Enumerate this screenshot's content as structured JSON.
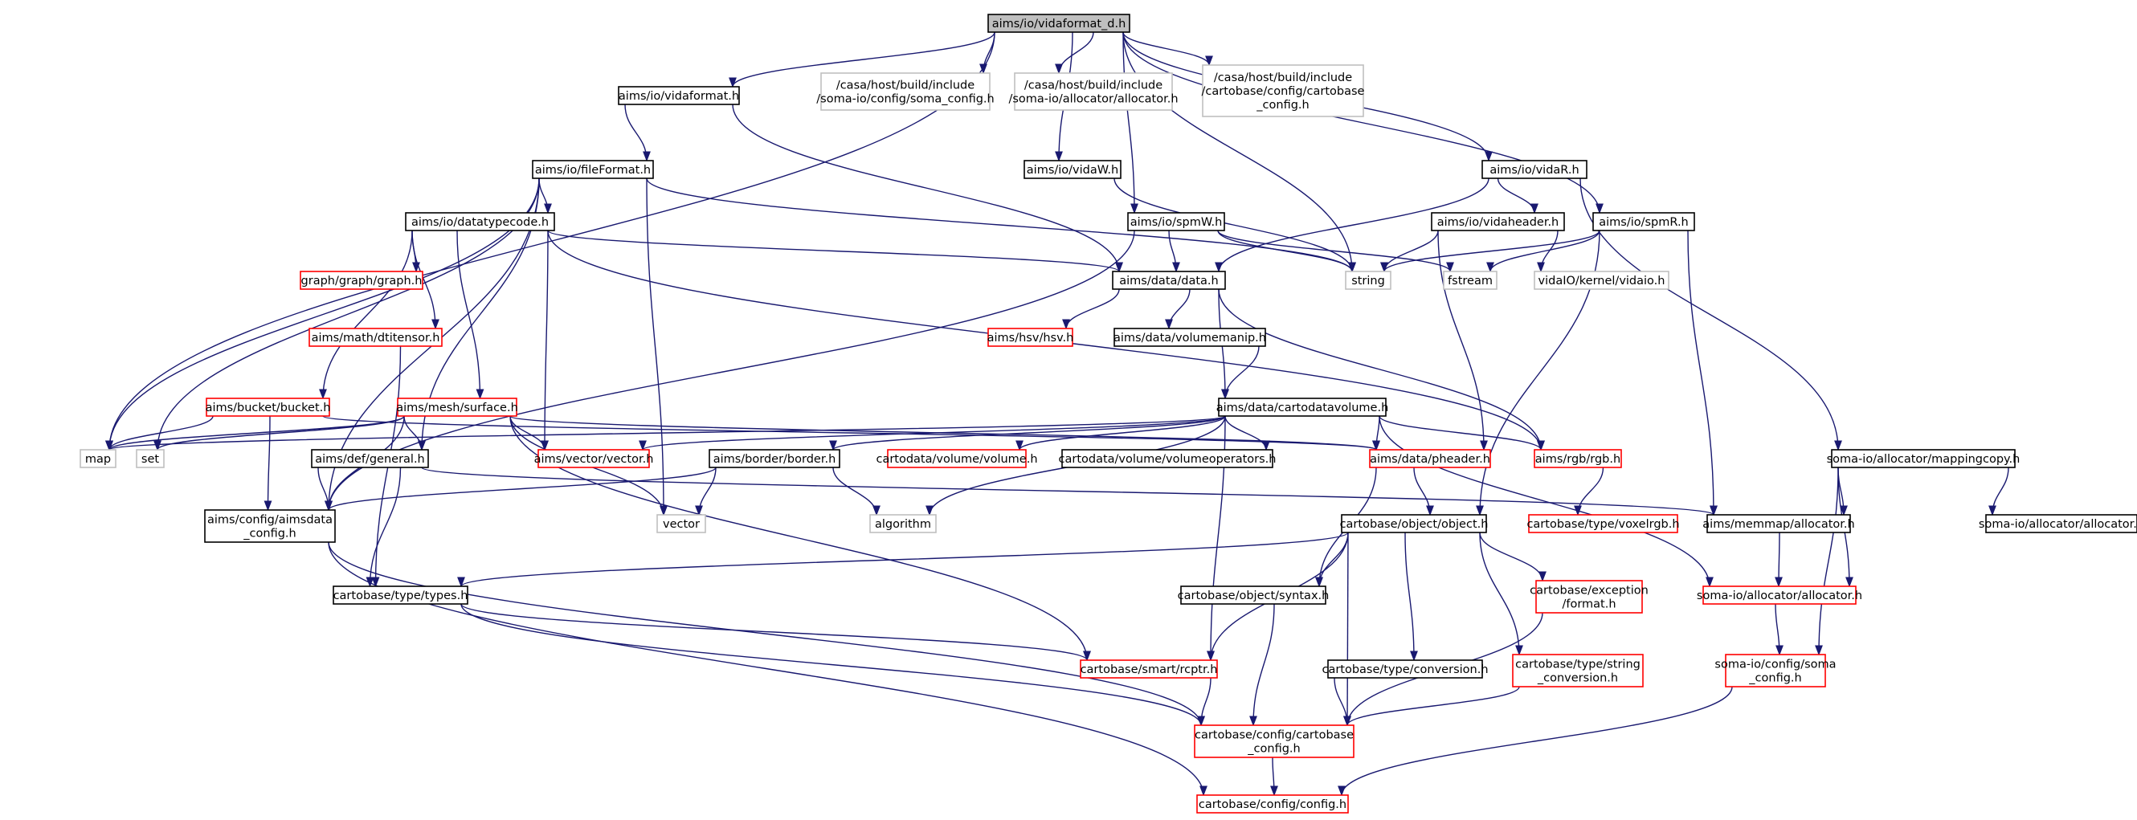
{
  "graph": {
    "nodes": [
      {
        "id": "root",
        "lines": [
          "aims/io/vidaformat_d.h"
        ],
        "style": "root"
      },
      {
        "id": "vidaformat",
        "lines": [
          "aims/io/vidaformat.h"
        ],
        "style": "normal"
      },
      {
        "id": "soma_config_path",
        "lines": [
          "/casa/host/build/include",
          "/soma-io/config/soma_config.h"
        ],
        "style": "gray"
      },
      {
        "id": "allocator_path",
        "lines": [
          "/casa/host/build/include",
          "/soma-io/allocator/allocator.h"
        ],
        "style": "gray"
      },
      {
        "id": "cartobase_config_path",
        "lines": [
          "/casa/host/build/include",
          "/cartobase/config/cartobase",
          "_config.h"
        ],
        "style": "gray"
      },
      {
        "id": "fileFormat",
        "lines": [
          "aims/io/fileFormat.h"
        ],
        "style": "normal"
      },
      {
        "id": "vidaW",
        "lines": [
          "aims/io/vidaW.h"
        ],
        "style": "normal"
      },
      {
        "id": "vidaR",
        "lines": [
          "aims/io/vidaR.h"
        ],
        "style": "normal"
      },
      {
        "id": "datatypecode",
        "lines": [
          "aims/io/datatypecode.h"
        ],
        "style": "normal"
      },
      {
        "id": "spmW",
        "lines": [
          "aims/io/spmW.h"
        ],
        "style": "normal"
      },
      {
        "id": "vidaheader",
        "lines": [
          "aims/io/vidaheader.h"
        ],
        "style": "normal"
      },
      {
        "id": "spmR",
        "lines": [
          "aims/io/spmR.h"
        ],
        "style": "normal"
      },
      {
        "id": "graph_h",
        "lines": [
          "graph/graph/graph.h"
        ],
        "style": "red"
      },
      {
        "id": "string",
        "lines": [
          "string"
        ],
        "style": "gray"
      },
      {
        "id": "fstream",
        "lines": [
          "fstream"
        ],
        "style": "gray"
      },
      {
        "id": "vidaio",
        "lines": [
          "vidaIO/kernel/vidaio.h"
        ],
        "style": "gray"
      },
      {
        "id": "data",
        "lines": [
          "aims/data/data.h"
        ],
        "style": "normal"
      },
      {
        "id": "dtitensor",
        "lines": [
          "aims/math/dtitensor.h"
        ],
        "style": "red"
      },
      {
        "id": "hsv",
        "lines": [
          "aims/hsv/hsv.h"
        ],
        "style": "red"
      },
      {
        "id": "volumemanip",
        "lines": [
          "aims/data/volumemanip.h"
        ],
        "style": "normal"
      },
      {
        "id": "bucket",
        "lines": [
          "aims/bucket/bucket.h"
        ],
        "style": "red"
      },
      {
        "id": "surface",
        "lines": [
          "aims/mesh/surface.h"
        ],
        "style": "red"
      },
      {
        "id": "cartodatavolume",
        "lines": [
          "aims/data/cartodatavolume.h"
        ],
        "style": "normal"
      },
      {
        "id": "mappingcopy",
        "lines": [
          "soma-io/allocator/mappingcopy.h"
        ],
        "style": "normal"
      },
      {
        "id": "map",
        "lines": [
          "map"
        ],
        "style": "gray"
      },
      {
        "id": "set",
        "lines": [
          "set"
        ],
        "style": "gray"
      },
      {
        "id": "vector_h",
        "lines": [
          "aims/vector/vector.h"
        ],
        "style": "red"
      },
      {
        "id": "volume_h",
        "lines": [
          "cartodata/volume/volume.h"
        ],
        "style": "red"
      },
      {
        "id": "volumeoperators",
        "lines": [
          "cartodata/volume/volumeoperators.h"
        ],
        "style": "normal"
      },
      {
        "id": "pheader",
        "lines": [
          "aims/data/pheader.h"
        ],
        "style": "red"
      },
      {
        "id": "rgb",
        "lines": [
          "aims/rgb/rgb.h"
        ],
        "style": "red"
      },
      {
        "id": "general",
        "lines": [
          "aims/def/general.h"
        ],
        "style": "normal"
      },
      {
        "id": "border",
        "lines": [
          "aims/border/border.h"
        ],
        "style": "normal"
      },
      {
        "id": "soma_allocator_plain",
        "lines": [
          "soma-io/allocator/allocator.h"
        ],
        "style": "normal"
      },
      {
        "id": "aimsdata_config",
        "lines": [
          "aims/config/aimsdata",
          "_config.h"
        ],
        "style": "normal"
      },
      {
        "id": "vector",
        "lines": [
          "vector"
        ],
        "style": "gray"
      },
      {
        "id": "algorithm",
        "lines": [
          "algorithm"
        ],
        "style": "gray"
      },
      {
        "id": "object",
        "lines": [
          "cartobase/object/object.h"
        ],
        "style": "normal"
      },
      {
        "id": "voxelrgb",
        "lines": [
          "cartobase/type/voxelrgb.h"
        ],
        "style": "red"
      },
      {
        "id": "memmap_allocator",
        "lines": [
          "aims/memmap/allocator.h"
        ],
        "style": "normal"
      },
      {
        "id": "types",
        "lines": [
          "cartobase/type/types.h"
        ],
        "style": "normal"
      },
      {
        "id": "syntax",
        "lines": [
          "cartobase/object/syntax.h"
        ],
        "style": "normal"
      },
      {
        "id": "exception_format",
        "lines": [
          "cartobase/exception",
          "/format.h"
        ],
        "style": "red"
      },
      {
        "id": "soma_allocator",
        "lines": [
          "soma-io/allocator/allocator.h"
        ],
        "style": "red"
      },
      {
        "id": "rcptr",
        "lines": [
          "cartobase/smart/rcptr.h"
        ],
        "style": "red"
      },
      {
        "id": "conversion",
        "lines": [
          "cartobase/type/conversion.h"
        ],
        "style": "normal"
      },
      {
        "id": "string_conversion",
        "lines": [
          "cartobase/type/string",
          "_conversion.h"
        ],
        "style": "red"
      },
      {
        "id": "soma_config",
        "lines": [
          "soma-io/config/soma",
          "_config.h"
        ],
        "style": "red"
      },
      {
        "id": "cartobase_config",
        "lines": [
          "cartobase/config/cartobase",
          "_config.h"
        ],
        "style": "red"
      },
      {
        "id": "config",
        "lines": [
          "cartobase/config/config.h"
        ],
        "style": "red"
      }
    ],
    "edges": [
      [
        "root",
        "vidaformat"
      ],
      [
        "root",
        "soma_config_path"
      ],
      [
        "root",
        "allocator_path"
      ],
      [
        "root",
        "cartobase_config_path"
      ],
      [
        "root",
        "vidaW"
      ],
      [
        "root",
        "vidaR"
      ],
      [
        "root",
        "spmW"
      ],
      [
        "root",
        "spmR"
      ],
      [
        "root",
        "string"
      ],
      [
        "root",
        "map"
      ],
      [
        "vidaformat",
        "fileFormat"
      ],
      [
        "vidaformat",
        "data"
      ],
      [
        "fileFormat",
        "datatypecode"
      ],
      [
        "fileFormat",
        "general"
      ],
      [
        "fileFormat",
        "map"
      ],
      [
        "fileFormat",
        "set"
      ],
      [
        "fileFormat",
        "vector"
      ],
      [
        "fileFormat",
        "string"
      ],
      [
        "fileFormat",
        "aimsdata_config"
      ],
      [
        "datatypecode",
        "graph_h"
      ],
      [
        "datatypecode",
        "dtitensor"
      ],
      [
        "datatypecode",
        "bucket"
      ],
      [
        "datatypecode",
        "surface"
      ],
      [
        "datatypecode",
        "vector_h"
      ],
      [
        "datatypecode",
        "data"
      ],
      [
        "datatypecode",
        "rgb"
      ],
      [
        "vidaW",
        "string"
      ],
      [
        "spmW",
        "data"
      ],
      [
        "spmW",
        "string"
      ],
      [
        "spmW",
        "fstream"
      ],
      [
        "spmW",
        "aimsdata_config"
      ],
      [
        "vidaR",
        "vidaheader"
      ],
      [
        "vidaR",
        "data"
      ],
      [
        "vidaR",
        "mappingcopy"
      ],
      [
        "vidaheader",
        "string"
      ],
      [
        "vidaheader",
        "vidaio"
      ],
      [
        "vidaheader",
        "pheader"
      ],
      [
        "spmR",
        "string"
      ],
      [
        "spmR",
        "fstream"
      ],
      [
        "spmR",
        "object"
      ],
      [
        "spmR",
        "memmap_allocator"
      ],
      [
        "data",
        "hsv"
      ],
      [
        "data",
        "volumemanip"
      ],
      [
        "data",
        "cartodatavolume"
      ],
      [
        "data",
        "rgb"
      ],
      [
        "volumemanip",
        "cartodatavolume"
      ],
      [
        "dtitensor",
        "types"
      ],
      [
        "bucket",
        "map"
      ],
      [
        "bucket",
        "aimsdata_config"
      ],
      [
        "bucket",
        "pheader"
      ],
      [
        "surface",
        "map"
      ],
      [
        "surface",
        "set"
      ],
      [
        "surface",
        "vector_h"
      ],
      [
        "surface",
        "general"
      ],
      [
        "surface",
        "aimsdata_config"
      ],
      [
        "surface",
        "vector"
      ],
      [
        "surface",
        "rcptr"
      ],
      [
        "surface",
        "pheader"
      ],
      [
        "cartodatavolume",
        "vector_h"
      ],
      [
        "cartodatavolume",
        "volume_h"
      ],
      [
        "cartodatavolume",
        "volumeoperators"
      ],
      [
        "cartodatavolume",
        "pheader"
      ],
      [
        "cartodatavolume",
        "rgb"
      ],
      [
        "cartodatavolume",
        "border"
      ],
      [
        "cartodatavolume",
        "algorithm"
      ],
      [
        "cartodatavolume",
        "rcptr"
      ],
      [
        "cartodatavolume",
        "soma_allocator"
      ],
      [
        "cartodatavolume",
        "map"
      ],
      [
        "general",
        "types"
      ],
      [
        "general",
        "aimsdata_config"
      ],
      [
        "general",
        "memmap_allocator"
      ],
      [
        "border",
        "aimsdata_config"
      ],
      [
        "border",
        "vector"
      ],
      [
        "border",
        "algorithm"
      ],
      [
        "pheader",
        "object"
      ],
      [
        "pheader",
        "syntax"
      ],
      [
        "rgb",
        "voxelrgb"
      ],
      [
        "mappingcopy",
        "memmap_allocator"
      ],
      [
        "mappingcopy",
        "soma_allocator_plain"
      ],
      [
        "mappingcopy",
        "soma_allocator"
      ],
      [
        "mappingcopy",
        "soma_config"
      ],
      [
        "aimsdata_config",
        "cartobase_config"
      ],
      [
        "aimsdata_config",
        "config"
      ],
      [
        "object",
        "types"
      ],
      [
        "object",
        "syntax"
      ],
      [
        "object",
        "exception_format"
      ],
      [
        "object",
        "rcptr"
      ],
      [
        "object",
        "conversion"
      ],
      [
        "object",
        "string_conversion"
      ],
      [
        "object",
        "cartobase_config"
      ],
      [
        "memmap_allocator",
        "soma_allocator"
      ],
      [
        "types",
        "rcptr"
      ],
      [
        "types",
        "cartobase_config"
      ],
      [
        "syntax",
        "cartobase_config"
      ],
      [
        "exception_format",
        "cartobase_config"
      ],
      [
        "soma_allocator",
        "soma_config"
      ],
      [
        "rcptr",
        "cartobase_config"
      ],
      [
        "conversion",
        "cartobase_config"
      ],
      [
        "string_conversion",
        "cartobase_config"
      ],
      [
        "soma_config",
        "config"
      ],
      [
        "cartobase_config",
        "config"
      ]
    ]
  },
  "colors": {
    "edge": "#191970",
    "root_fill": "#bfbfbf",
    "normal_stroke": "#000000",
    "red_stroke": "#ff0000",
    "gray_stroke": "#bfbfbf",
    "node_fill": "#ffffff"
  }
}
